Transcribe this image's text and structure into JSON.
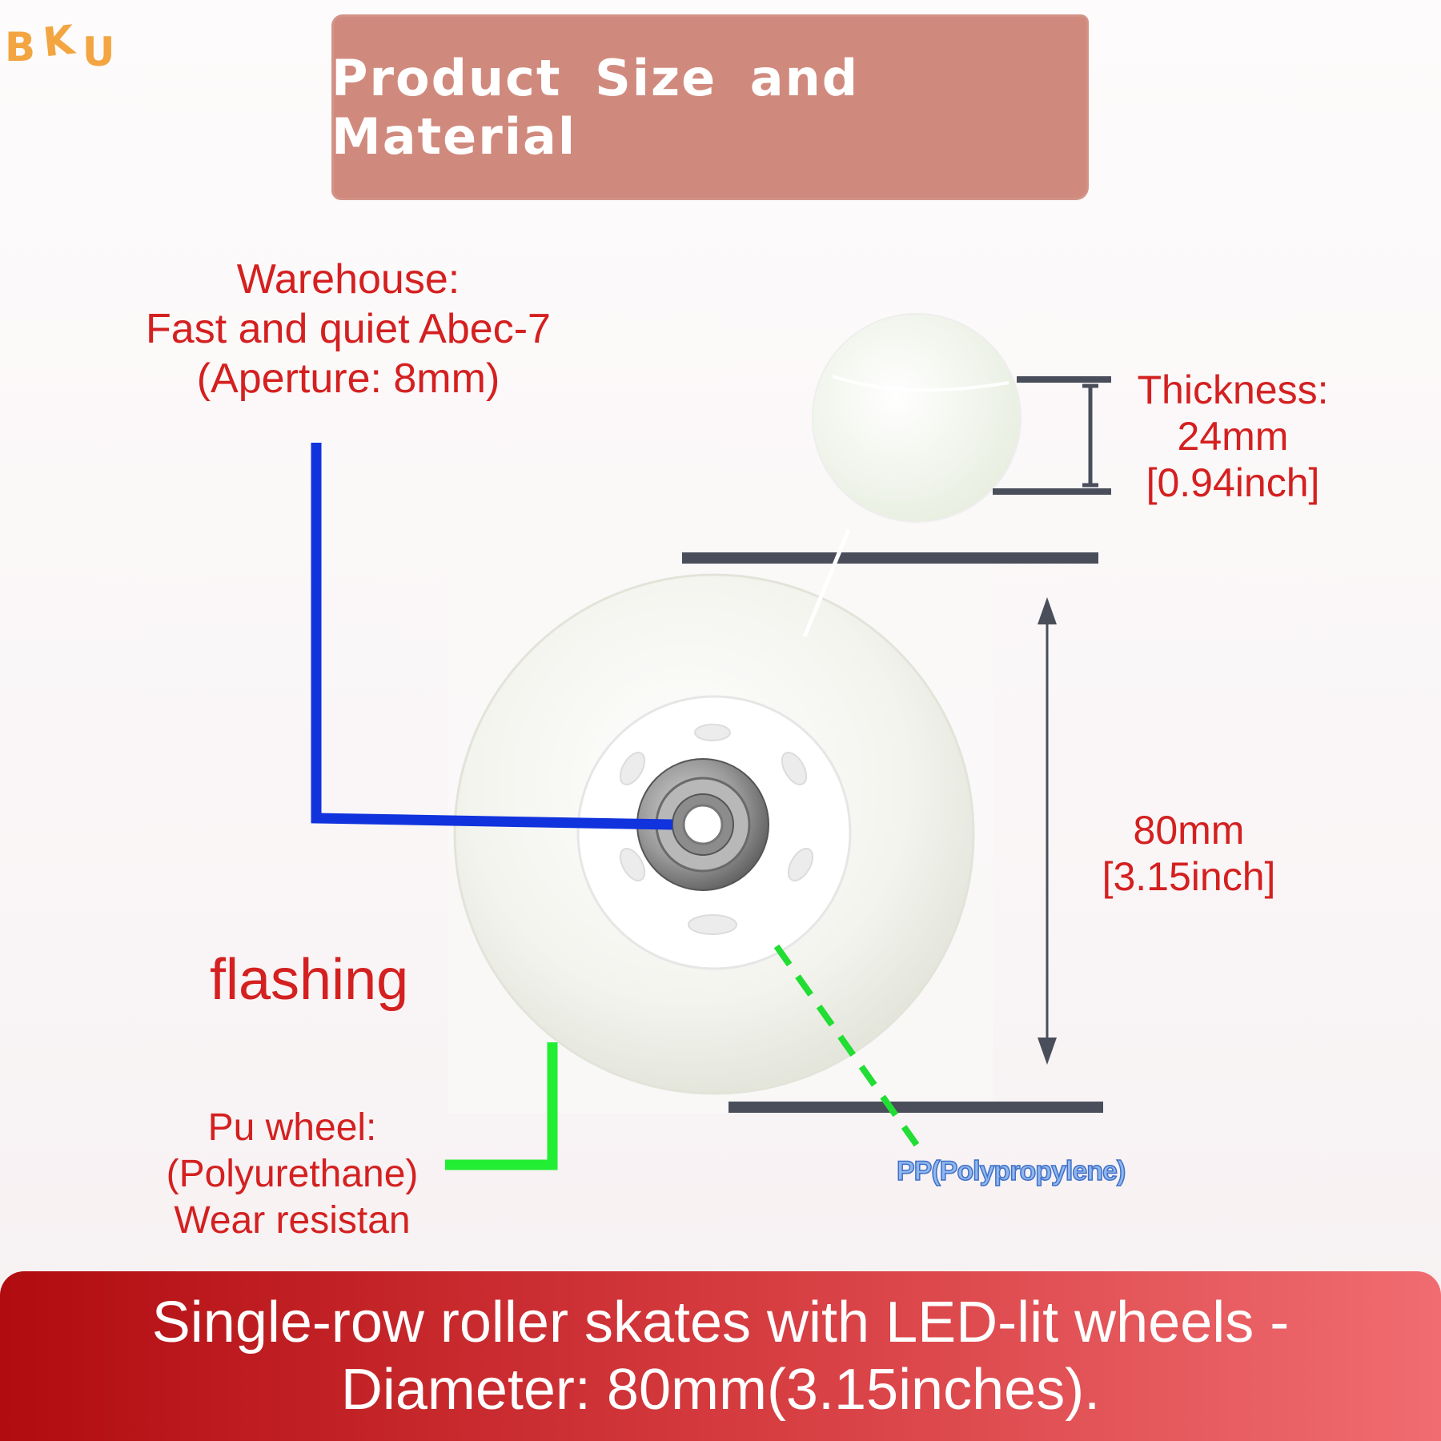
{
  "brand": {
    "logo_letters": [
      "B",
      "K",
      "U"
    ],
    "color": "#f2a541"
  },
  "title_banner": {
    "text": "Product Size and Material",
    "bg": "#d08a7d"
  },
  "labels": {
    "warehouse": [
      "Warehouse:",
      "Fast and quiet Abec-7",
      "(Aperture: 8mm)"
    ],
    "thickness": [
      "Thickness:",
      "24mm",
      "[0.94inch]"
    ],
    "diameter": [
      "80mm",
      "[3.15inch]"
    ],
    "flashing": "flashing",
    "pu_wheel": [
      "Pu wheel:",
      "(Polyurethane)",
      "Wear resistan"
    ],
    "pp": "PP(Polypropylene)"
  },
  "bottom_banner": {
    "lines": [
      "Single-row roller skates with LED-lit wheels -",
      "Diameter: 80mm(3.15inches)."
    ]
  },
  "colors": {
    "label_red": "#d42020",
    "bearing_line": "#1133dd",
    "pu_line": "#22ee33",
    "pp_line": "#22dd33",
    "dimension_line": "#4a4e5a"
  }
}
